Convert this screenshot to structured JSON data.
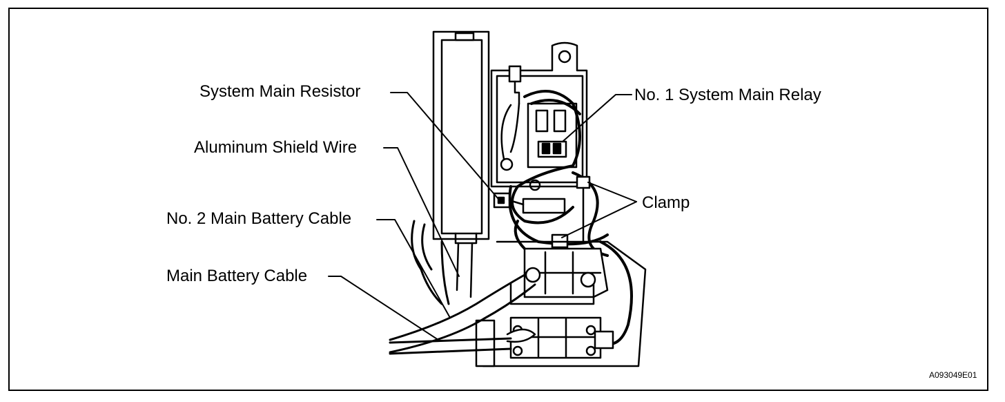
{
  "labels": {
    "system_main_resistor": "System Main Resistor",
    "aluminum_shield_wire": "Aluminum Shield Wire",
    "no2_main_battery_cable": "No. 2 Main Battery Cable",
    "main_battery_cable": "Main Battery Cable",
    "no1_system_main_relay": "No. 1 System Main Relay",
    "clamp": "Clamp"
  },
  "figure_code": "A093049E01",
  "colors": {
    "ink": "#000000",
    "paper": "#ffffff"
  }
}
